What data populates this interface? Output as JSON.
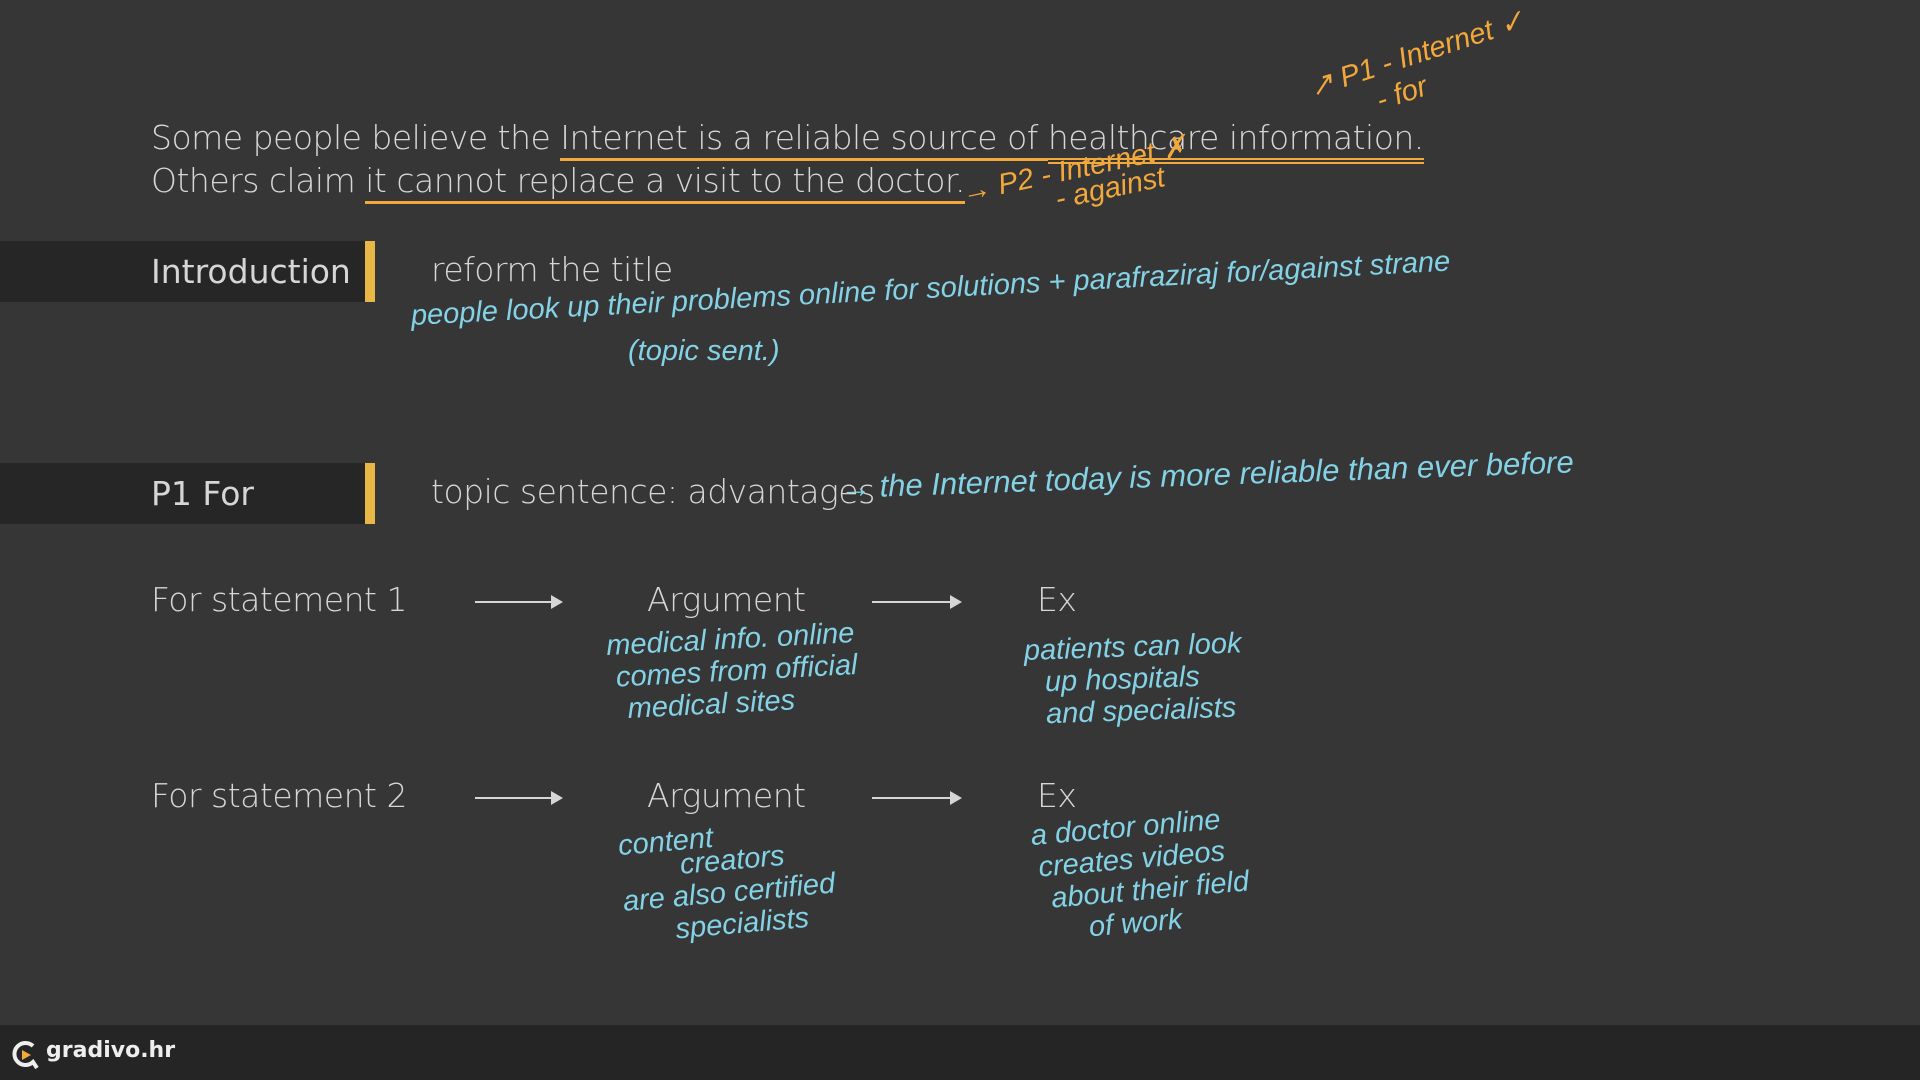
{
  "prompt": {
    "line1_prefix": "Some people believe the ",
    "line1_underlined_1": "Internet is a reliable source of ",
    "line1_underlined_2": "healthcare information.",
    "line2_prefix": "Others claim ",
    "line2_underlined": "it cannot replace a visit to the doctor."
  },
  "annotations": {
    "p1_note": [
      "P1 - Internet ✓",
      "- for"
    ],
    "p2_note": [
      "P2 - Internet ✗",
      "- against"
    ]
  },
  "sections": [
    {
      "label": "Introduction",
      "typed": "reform the title",
      "hand": "people look up their problems online for solutions + parafraziraj for/against strane",
      "hand2": "(topic sent.)"
    },
    {
      "label": "P1 For",
      "typed": "topic sentence: advantages",
      "hand": "→ the Internet today is more reliable than ever before"
    }
  ],
  "statements": [
    {
      "label": "For statement 1",
      "argument": "Argument",
      "ex": "Ex",
      "arg_hand": [
        "medical info. online",
        "comes from official",
        "medical sites"
      ],
      "ex_hand": [
        "patients can look",
        "up hospitals",
        "and specialists"
      ]
    },
    {
      "label": "For statement 2",
      "argument": "Argument",
      "ex": "Ex",
      "arg_hand": [
        "content",
        "creators",
        "are also certified",
        "specialists"
      ],
      "ex_hand": [
        "a doctor online",
        "creates videos",
        "about their field",
        "of work"
      ]
    }
  ],
  "footer": {
    "brand": "gradivo.hr"
  },
  "colors": {
    "background": "#363636",
    "accent": "#f2a83b",
    "hand": "#84d2e6",
    "band": "#262626",
    "bar": "#e9b648"
  }
}
